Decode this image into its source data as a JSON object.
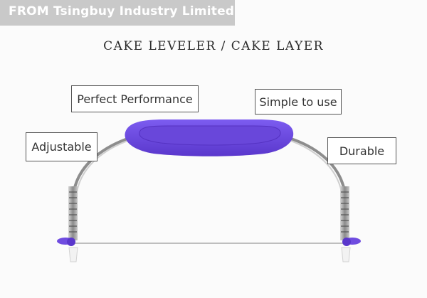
{
  "banner": {
    "text": "FROM Tsingbuy Industry Limited"
  },
  "heading": "CAKE LEVELER / CAKE LAYER",
  "callouts": {
    "perfect_performance": "Perfect Performance",
    "simple_to_use": "Simple to use",
    "adjustable": "Adjustable",
    "durable": "Durable"
  },
  "colors": {
    "handle": "#6f4ce0",
    "handle_dark": "#4f2fb8",
    "steel": "#9a9a9a",
    "banner_bg": "#c9c9c9"
  }
}
